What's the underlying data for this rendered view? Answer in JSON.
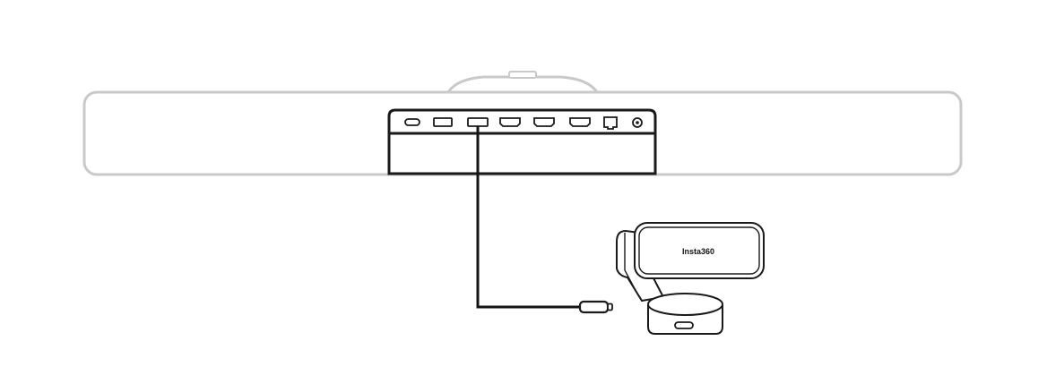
{
  "diagram": {
    "camera": {
      "brand_label": "Insta360"
    },
    "colors": {
      "outline_light": "#c9c9c9",
      "outline_dark": "#1a1a1a",
      "cable": "#141414",
      "panel_fill": "#ffffff",
      "port_fill": "#ffffff"
    },
    "ports": [
      {
        "name": "usb-c-port-1",
        "icon": "usb-c-icon"
      },
      {
        "name": "usb-a-port-1",
        "icon": "usb-a-icon"
      },
      {
        "name": "usb-a-port-2",
        "icon": "usb-a-icon"
      },
      {
        "name": "hdmi-port-1",
        "icon": "hdmi-icon"
      },
      {
        "name": "hdmi-port-2",
        "icon": "hdmi-icon"
      },
      {
        "name": "hdmi-port-3",
        "icon": "hdmi-icon"
      },
      {
        "name": "ethernet-port",
        "icon": "ethernet-icon"
      },
      {
        "name": "audio-jack",
        "icon": "audio-jack-icon"
      }
    ],
    "connection": {
      "from": "usb-a-port-2",
      "to": "camera-usb-c-connector"
    }
  }
}
